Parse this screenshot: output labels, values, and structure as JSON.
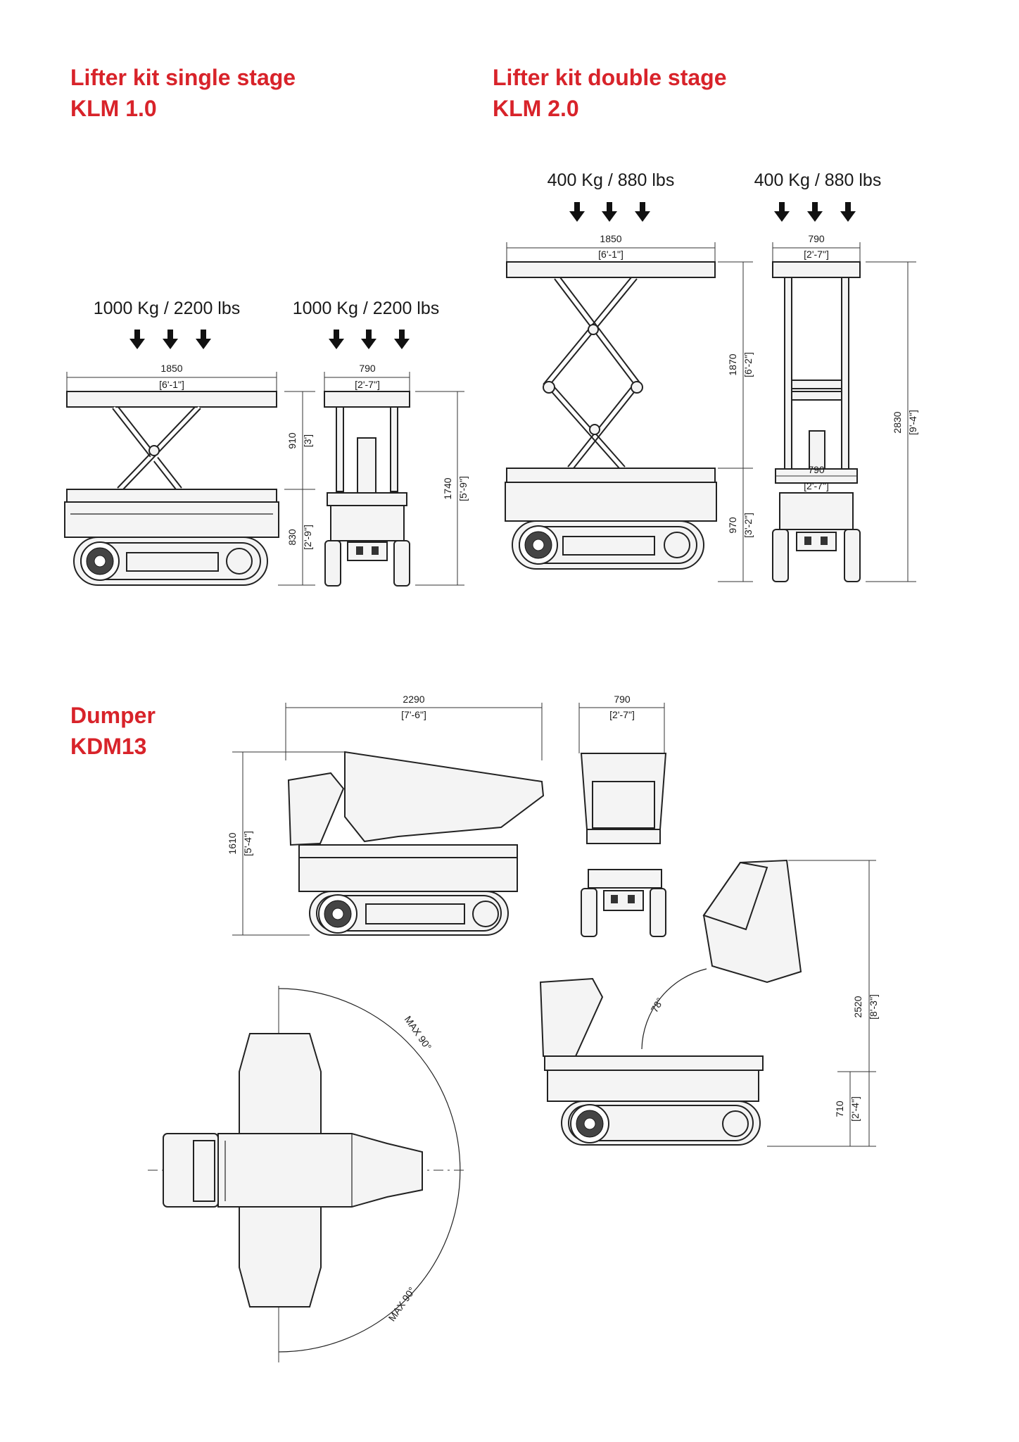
{
  "sections": {
    "single": {
      "title": "Lifter kit single stage",
      "model": "KLM 1.0"
    },
    "double": {
      "title": "Lifter kit double stage",
      "model": "KLM 2.0"
    },
    "dumper": {
      "title": "Dumper",
      "model": "KDM13"
    }
  },
  "loads": {
    "single_side": "1000 Kg / 2200 lbs",
    "single_front": "1000 Kg / 2200 lbs",
    "double_side": "400 Kg / 880 lbs",
    "double_front": "400 Kg / 880 lbs"
  },
  "dims": {
    "s_len": "1850",
    "s_len_ft": "[6'-1\"]",
    "s_wid": "790",
    "s_wid_ft": "[2'-7\"]",
    "s_lift": "910",
    "s_lift_ft": "[3']",
    "s_base": "830",
    "s_base_ft": "[2'-9\"]",
    "s_total": "1740",
    "s_total_ft": "[5'-9\"]",
    "d_len": "1850",
    "d_len_ft": "[6'-1\"]",
    "d_wid": "790",
    "d_wid_ft": "[2'-7\"]",
    "d_wid2": "790",
    "d_wid2_ft": "[2'-7\"]",
    "d_lift": "1870",
    "d_lift_ft": "[6'-2\"]",
    "d_base": "970",
    "d_base_ft": "[3'-2\"]",
    "d_total": "2830",
    "d_total_ft": "[9'-4\"]",
    "k_len": "2290",
    "k_len_ft": "[7'-6\"]",
    "k_wid": "790",
    "k_wid_ft": "[2'-7\"]",
    "k_h": "1610",
    "k_h_ft": "[5'-4\"]",
    "k_tip_h": "2520",
    "k_tip_h_ft": "[8'-3\"]",
    "k_low": "710",
    "k_low_ft": "[2'-4\"]",
    "k_angle": "78°",
    "k_rot1": "MAX 90°",
    "k_rot2": "MAX 90°"
  },
  "icons": [
    "down-arrow-icon"
  ]
}
